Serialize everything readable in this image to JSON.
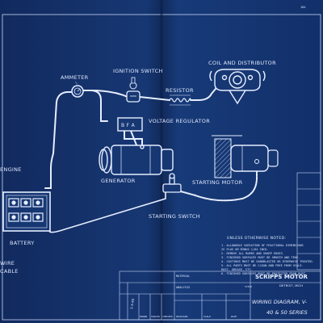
{
  "sheet_number": "104",
  "labels": {
    "ammeter": "AMMETER",
    "ignition_switch": "IGNITION SWITCH",
    "resistor": "RESISTOR",
    "coil_distributor": "COIL AND DISTRIBUTOR",
    "voltage_regulator": "VOLTAGE REGULATOR",
    "generator": "GENERATOR",
    "starting_motor": "STARTING MOTOR",
    "starting_switch": "STARTING SWITCH",
    "battery": "BATTERY",
    "engine": "ENGINE",
    "wire_partial": "WIRE",
    "cable_partial": "CABLE",
    "regulator_terminals": "B F A"
  },
  "notes": {
    "heading": "UNLESS OTHERWISE NOTED:",
    "lines": [
      "1. ALLOWABLE VARIATION OF FRACTIONAL DIMENSIONS",
      "   IS PLUS OR MINUS 1/64 INCH.",
      "2. REMOVE ALL BURRS AND SHARP EDGES.",
      "3. FINISHED SURFACES MUST BE SMOOTH AND TRUE.",
      "4. CASTINGS MUST BE SANDBLASTED OR OTHERWISE TREATED.",
      "5. ALL PARTS MUST BE CLEAN AND FREE FROM SCALE.",
      "   RUST, GREASE, ETC.",
      "6. FINISHED SURFACES MUST BE PROTECTED FROM RUST."
    ]
  },
  "title_block": {
    "company": "SCRIPPS MOTOR",
    "city": "DETROIT, MICH",
    "title_line1": "WIRING DIAGRAM, V-",
    "title_line2": "40 & 50 SERIES",
    "labels": {
      "material": "MATERIAL",
      "analysis": "ANALYSIS",
      "title": "TITLE",
      "drawn": "DRAWN",
      "traced": "TRACED",
      "checked": "CHECKED",
      "released": "RELEASED",
      "scale": "SCALE",
      "date": "DATE"
    }
  },
  "revision": "1-3-40",
  "colors": {
    "paper": "#173773",
    "line": "#e6eeff",
    "text": "#dfe8ff"
  }
}
